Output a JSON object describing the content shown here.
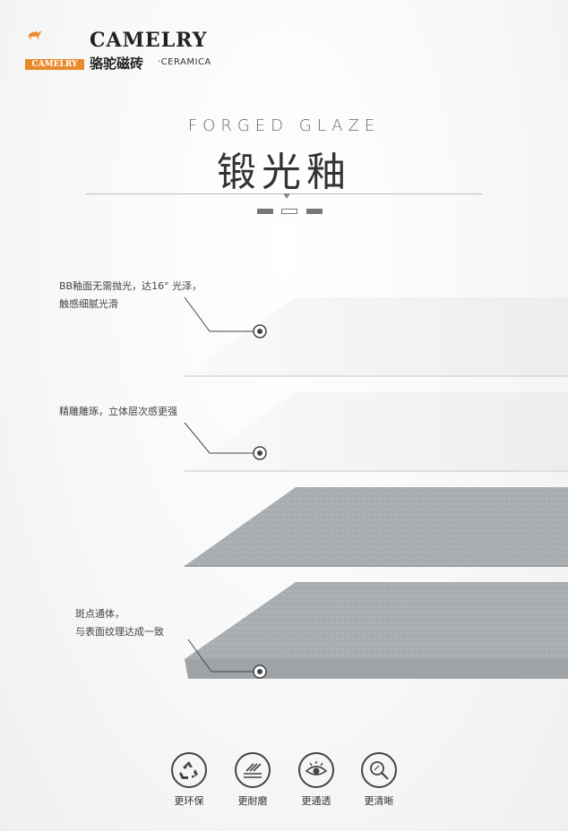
{
  "brand": {
    "name_en": "CAMELRY",
    "name_cn": "骆驼磁砖",
    "sub": "·CERAMICA",
    "plate_text": "CAMELRY"
  },
  "title": {
    "en": "FORGED GLAZE",
    "cn": "锻光釉"
  },
  "notes": {
    "layer1_line1": "BB釉面无需抛光，达16° 光泽，",
    "layer1_line2": "触感细腻光滑",
    "layer2_line1": "精雕雕琢，立体层次感更强",
    "layer4_line1": "斑点通体，",
    "layer4_line2": "与表面纹理达成一致"
  },
  "features": [
    {
      "icon": "recycle-icon",
      "label": "更环保"
    },
    {
      "icon": "wear-resistant-icon",
      "label": "更耐磨"
    },
    {
      "icon": "eye-icon",
      "label": "更通透"
    },
    {
      "icon": "magnifier-icon",
      "label": "更清晰"
    }
  ],
  "colors": {
    "accent_orange": "#e88a2b",
    "layer_white": "#f6f6f6",
    "layer_grey": "#a9aeb2",
    "text_dark": "#333333"
  }
}
